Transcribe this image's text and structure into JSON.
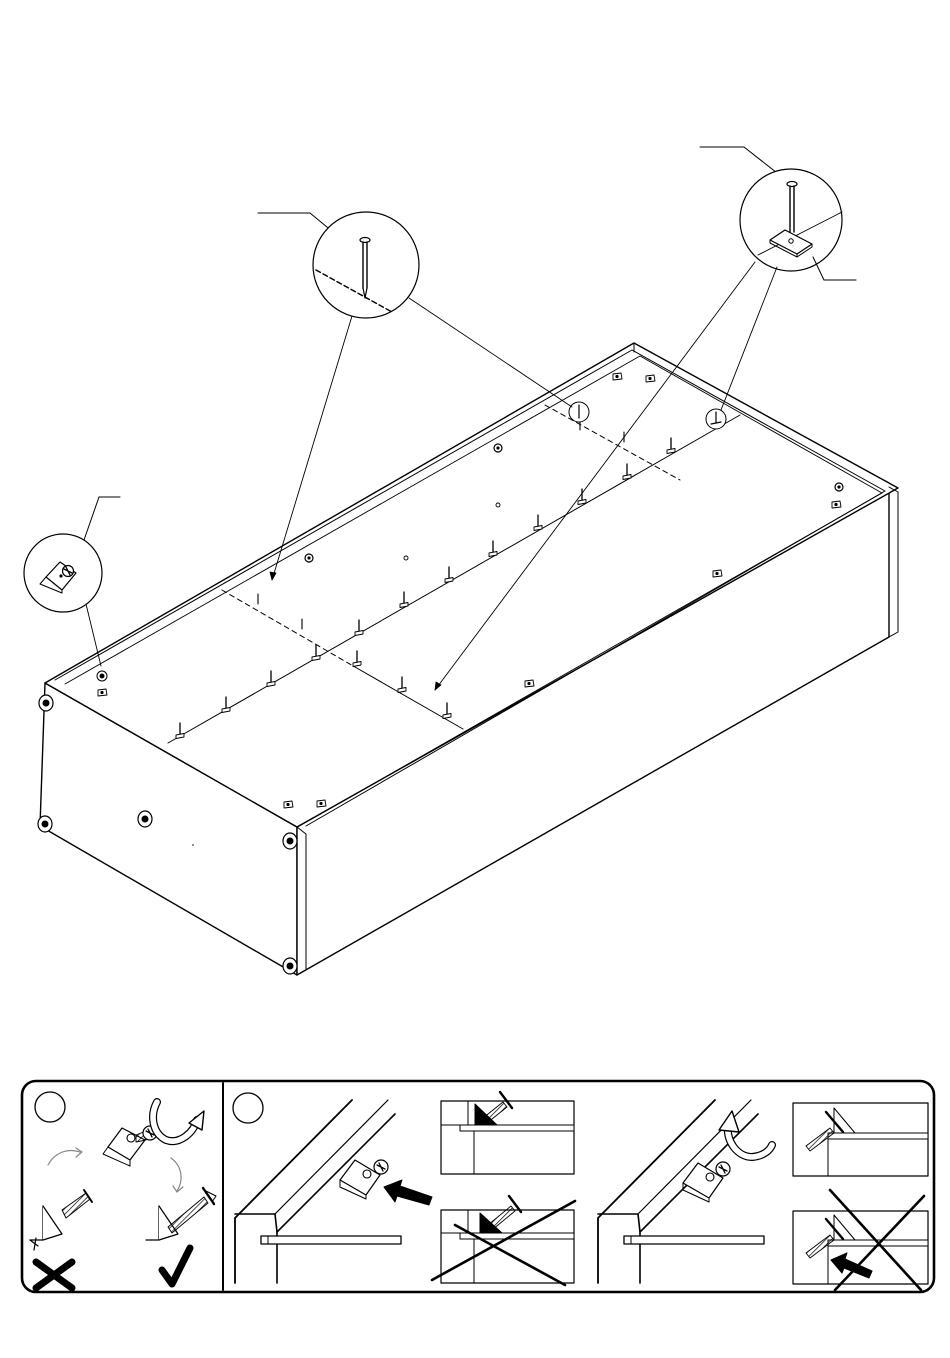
{
  "diagram": {
    "type": "assembly-instruction",
    "colors": {
      "ink": "#000000",
      "paper": "#ffffff",
      "hatch": "#555555"
    },
    "callouts": [
      {
        "name": "nail-detail",
        "icon": "nail-icon"
      },
      {
        "name": "nail-with-plate-detail",
        "icon": "nail-plate-icon"
      },
      {
        "name": "corner-connector-detail",
        "icon": "corner-connector-icon"
      }
    ],
    "instruction_panels": [
      {
        "name": "connector-orientation-panel",
        "step_circle_label": ""
      },
      {
        "name": "connector-placement-panel",
        "step_circle_label": ""
      }
    ],
    "symbols": {
      "wrong": "cross-mark-icon",
      "right": "check-mark-icon"
    }
  }
}
